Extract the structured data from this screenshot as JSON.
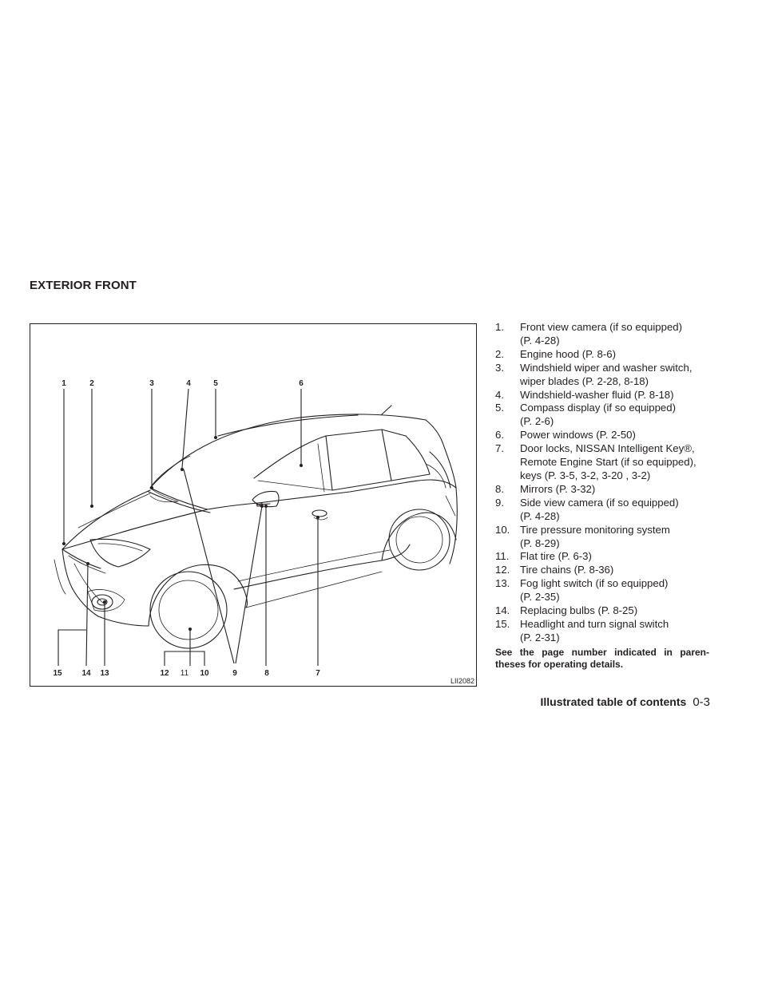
{
  "section_title": "EXTERIOR FRONT",
  "figure": {
    "code": "LII2082",
    "callouts": {
      "c1": "1",
      "c2": "2",
      "c3": "3",
      "c4": "4",
      "c5": "5",
      "c6": "6",
      "c7": "7",
      "c8": "8",
      "c9": "9",
      "c10": "10",
      "c11": "11",
      "c12": "12",
      "c13": "13",
      "c14": "14",
      "c15": "15"
    }
  },
  "items": [
    {
      "num": "1.",
      "text": "Front view camera (if so equipped)",
      "cont": [
        "(P. 4-28)"
      ]
    },
    {
      "num": "2.",
      "text": "Engine hood (P. 8-6)",
      "cont": []
    },
    {
      "num": "3.",
      "text": "Windshield wiper and washer switch,",
      "cont": [
        "wiper blades (P. 2-28, 8-18)"
      ]
    },
    {
      "num": "4.",
      "text": "Windshield-washer fluid (P. 8-18)",
      "cont": []
    },
    {
      "num": "5.",
      "text": "Compass display (if so equipped)",
      "cont": [
        "(P. 2-6)"
      ]
    },
    {
      "num": "6.",
      "text": "Power windows (P. 2-50)",
      "cont": []
    },
    {
      "num": "7.",
      "text": "Door locks, NISSAN Intelligent Key®,",
      "cont": [
        "Remote Engine Start (if so equipped),",
        "keys (P. 3-5, 3-2, 3-20 , 3-2)"
      ]
    },
    {
      "num": "8.",
      "text": "Mirrors (P. 3-32)",
      "cont": []
    },
    {
      "num": "9.",
      "text": "Side view camera (if so equipped)",
      "cont": [
        "(P. 4-28)"
      ]
    },
    {
      "num": "10.",
      "text": "Tire pressure monitoring system",
      "cont": [
        "(P. 8-29)"
      ]
    },
    {
      "num": "11.",
      "text": "Flat tire (P. 6-3)",
      "cont": []
    },
    {
      "num": "12.",
      "text": "Tire chains (P. 8-36)",
      "cont": []
    },
    {
      "num": "13.",
      "text": "Fog light switch (if so equipped)",
      "cont": [
        "(P. 2-35)"
      ]
    },
    {
      "num": "14.",
      "text": "Replacing bulbs (P. 8-25)",
      "cont": []
    },
    {
      "num": "15.",
      "text": "Headlight and turn signal switch",
      "cont": [
        "(P. 2-31)"
      ]
    }
  ],
  "note": "See the page number indicated in paren- theses for operating details.",
  "footer": {
    "label": "Illustrated table of contents",
    "page": "0-3"
  }
}
